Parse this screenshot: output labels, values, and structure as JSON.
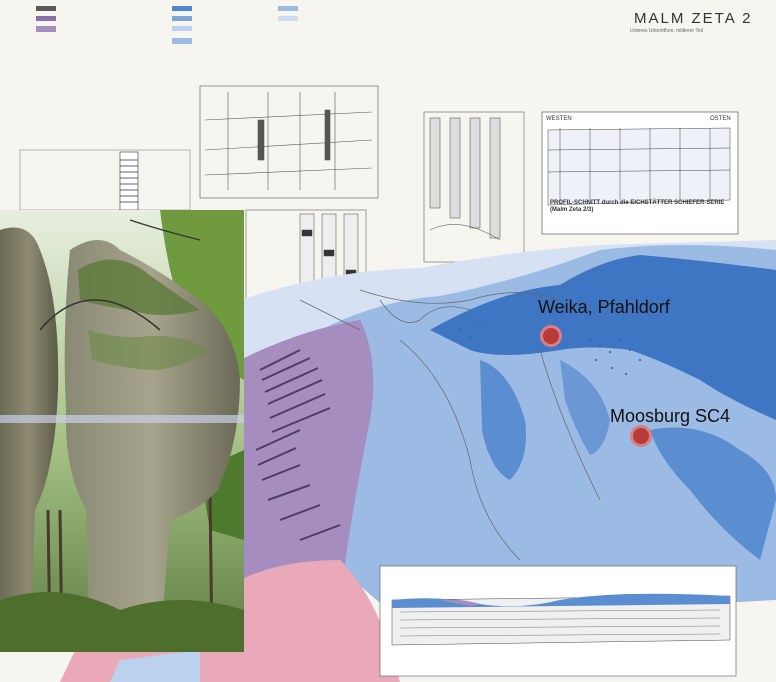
{
  "map": {
    "title": "MALM ZETA 2",
    "subtitle": "Unteres Untertithon, mittlerer Teil"
  },
  "profile": {
    "west_label": "WESTEN",
    "east_label": "OSTEN",
    "title": "PROFIL-SCHNITT durch die EICHSTÄTTER SCHIEFER-SERIE",
    "subtitle": "(Malm Zeta 2/3)"
  },
  "locations": [
    {
      "label": "Weika, Pfahldorf"
    },
    {
      "label": "Moosburg SC4"
    }
  ],
  "colors": {
    "deep_blue": "#3f76c3",
    "mid_blue": "#7ea6dc",
    "pale_blue": "#bcd1ee",
    "purple": "#a58dbf",
    "pink": "#e9a9b9",
    "marker": "#b83a3a"
  }
}
